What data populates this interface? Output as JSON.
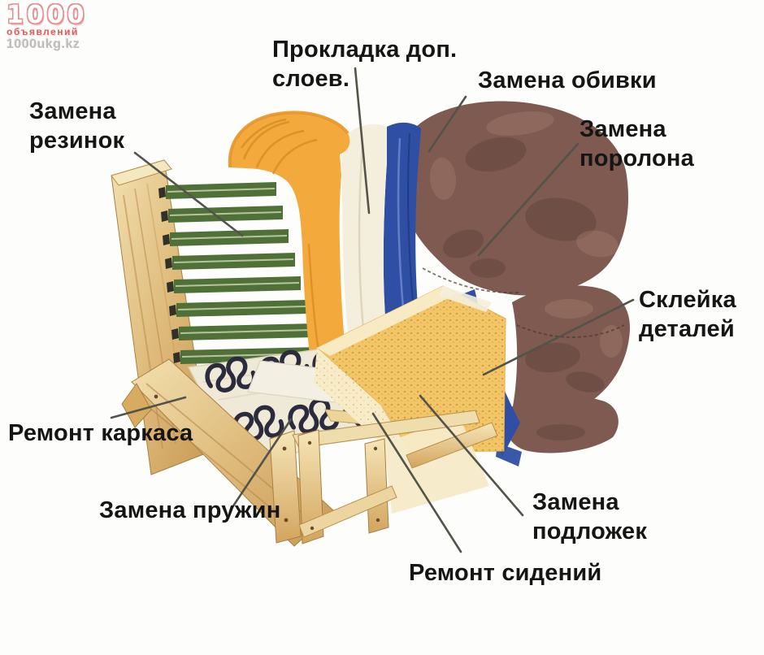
{
  "watermark": {
    "number": "1000",
    "caption": "объявлений",
    "site": "1000ukg.kz"
  },
  "labels": {
    "padding": {
      "line1": "Прокладка доп.",
      "line2": "слоев."
    },
    "upholstery": {
      "line1": "Замена обивки"
    },
    "foam": {
      "line1": "Замена",
      "line2": "поролона"
    },
    "rubber": {
      "line1": "Замена",
      "line2": "резинок"
    },
    "gluing": {
      "line1": "Склейка",
      "line2": "деталей"
    },
    "frame": {
      "line1": "Ремонт каркаса"
    },
    "springs": {
      "line1": "Замена пружин"
    },
    "backing": {
      "line1": "Замена",
      "line2": "подложек"
    },
    "seats": {
      "line1": "Ремонт сидений"
    }
  },
  "colors": {
    "background": "#fdfdfb",
    "label_text": "#151515",
    "leader_line": "#53534a",
    "wood_light": "#f0dca6",
    "wood_mid": "#ddb878",
    "wood_dark": "#c89a55",
    "strap_green": "#4f7036",
    "foam_yellow": "#f3a93c",
    "foam_seat": "#f2c566",
    "batting_white": "#f4eedd",
    "fabric_blue": "#2f4fa5",
    "upholstery_brown": "#7e5a50",
    "spring_dark": "#2b2b3d",
    "watermark_red": "#d94f4f",
    "watermark_gray": "#b9b4b4"
  }
}
